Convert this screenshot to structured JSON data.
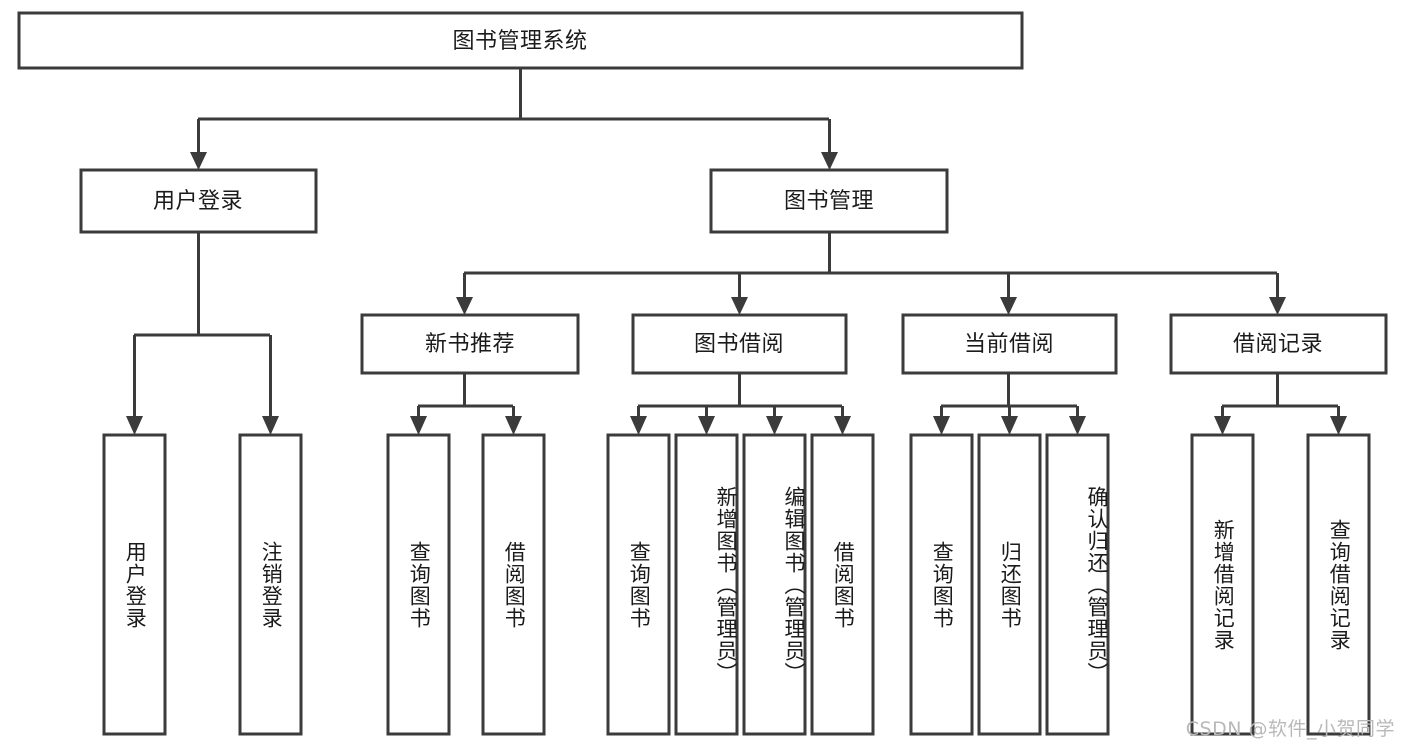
{
  "diagram": {
    "type": "tree-hierarchy",
    "title": "图书管理系统",
    "root": {
      "id": "root",
      "label": "图书管理系统",
      "orientation": "horizontal"
    },
    "level2": [
      {
        "id": "user-login",
        "label": "用户登录",
        "orientation": "horizontal"
      },
      {
        "id": "book-manage",
        "label": "图书管理",
        "orientation": "horizontal"
      }
    ],
    "level3": [
      {
        "id": "new-book-recommend",
        "label": "新书推荐",
        "orientation": "horizontal",
        "parent": "book-manage"
      },
      {
        "id": "book-borrow",
        "label": "图书借阅",
        "orientation": "horizontal",
        "parent": "book-manage"
      },
      {
        "id": "current-borrow",
        "label": "当前借阅",
        "orientation": "horizontal",
        "parent": "book-manage"
      },
      {
        "id": "borrow-record",
        "label": "借阅记录",
        "orientation": "horizontal",
        "parent": "book-manage"
      }
    ],
    "leaves": [
      {
        "id": "leaf-user-login",
        "label": "用户登录",
        "parent": "user-login"
      },
      {
        "id": "leaf-logout-login",
        "label": "注销登录",
        "parent": "user-login"
      },
      {
        "id": "leaf-query-book-1",
        "label": "查询图书",
        "parent": "new-book-recommend"
      },
      {
        "id": "leaf-borrow-book-1",
        "label": "借阅图书",
        "parent": "new-book-recommend"
      },
      {
        "id": "leaf-query-book-2",
        "label": "查询图书",
        "parent": "book-borrow"
      },
      {
        "id": "leaf-add-book",
        "label": "新增图书（管理员）",
        "parent": "book-borrow"
      },
      {
        "id": "leaf-edit-book",
        "label": "编辑图书（管理员）",
        "parent": "book-borrow"
      },
      {
        "id": "leaf-borrow-book-2",
        "label": "借阅图书",
        "parent": "book-borrow"
      },
      {
        "id": "leaf-query-book-3",
        "label": "查询图书",
        "parent": "current-borrow"
      },
      {
        "id": "leaf-return-book",
        "label": "归还图书",
        "parent": "current-borrow"
      },
      {
        "id": "leaf-confirm-return",
        "label": "确认归还（管理员）",
        "parent": "current-borrow"
      },
      {
        "id": "leaf-add-record",
        "label": "新增借阅记录",
        "parent": "borrow-record"
      },
      {
        "id": "leaf-query-record",
        "label": "查询借阅记录",
        "parent": "borrow-record"
      }
    ],
    "colors": {
      "box_border": "#3b3b3b",
      "box_fill": "#ffffff",
      "text": "#1b1b1b",
      "connector": "#3b3b3b",
      "watermark": "#b9b9b9",
      "background": "#ffffff"
    }
  },
  "watermark": {
    "text": "CSDN @软件_小贺同学"
  }
}
